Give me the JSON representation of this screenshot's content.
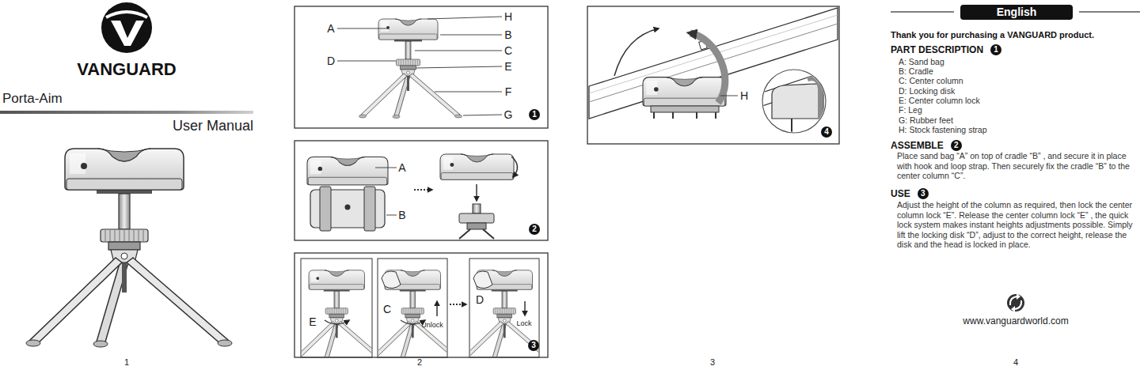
{
  "diagram": {
    "title": "Porta-Aim",
    "nodes": [
      {
        "text": [
          "1"
        ]
      },
      {
        "text": [
          "2"
        ]
      },
      {
        "text": [
          "3"
        ]
      },
      {
        "text": [
          "4"
        ]
      },
      {
        "text": [
          "English"
        ]
      },
      {
        "text": [
          "1"
        ]
      },
      {
        "text": [
          "2"
        ]
      },
      {
        "text": [
          "3"
        ]
      }
    ],
    "labels": [
      "VANGUARD",
      "User Manual",
      "1",
      "H",
      "A",
      "B",
      "C",
      "D",
      "E",
      "F",
      "G",
      "A",
      "B",
      "E",
      "C",
      "Unlock",
      "D",
      "Lock",
      "2",
      "H",
      "3",
      "Thank you for purchasing a VANGUARD product.",
      "PART DESCRIPTION",
      "A: Sand bag",
      "B: Cradle",
      "C: Center column",
      "D: Locking disk",
      "E: Center column lock",
      "F: Leg",
      "G: Rubber feet",
      "H: Stock fastening strap",
      "ASSEMBLE",
      "Place sand bag “A” on top of cradle “B” , and secure it in place with hook and loop strap. Then securely fix the cradle “B” to the center column “C”.",
      "USE",
      "Adjust the height of the column as required, then lock the center column lock “E”. Release the center column lock “E” , the quick lock system makes instant heights adjustments possible. Simply lift the locking disk “D”, adjust to the correct height, release the disk and the head is locked in place.",
      "www.vanguardworld.com",
      "4"
    ]
  }
}
